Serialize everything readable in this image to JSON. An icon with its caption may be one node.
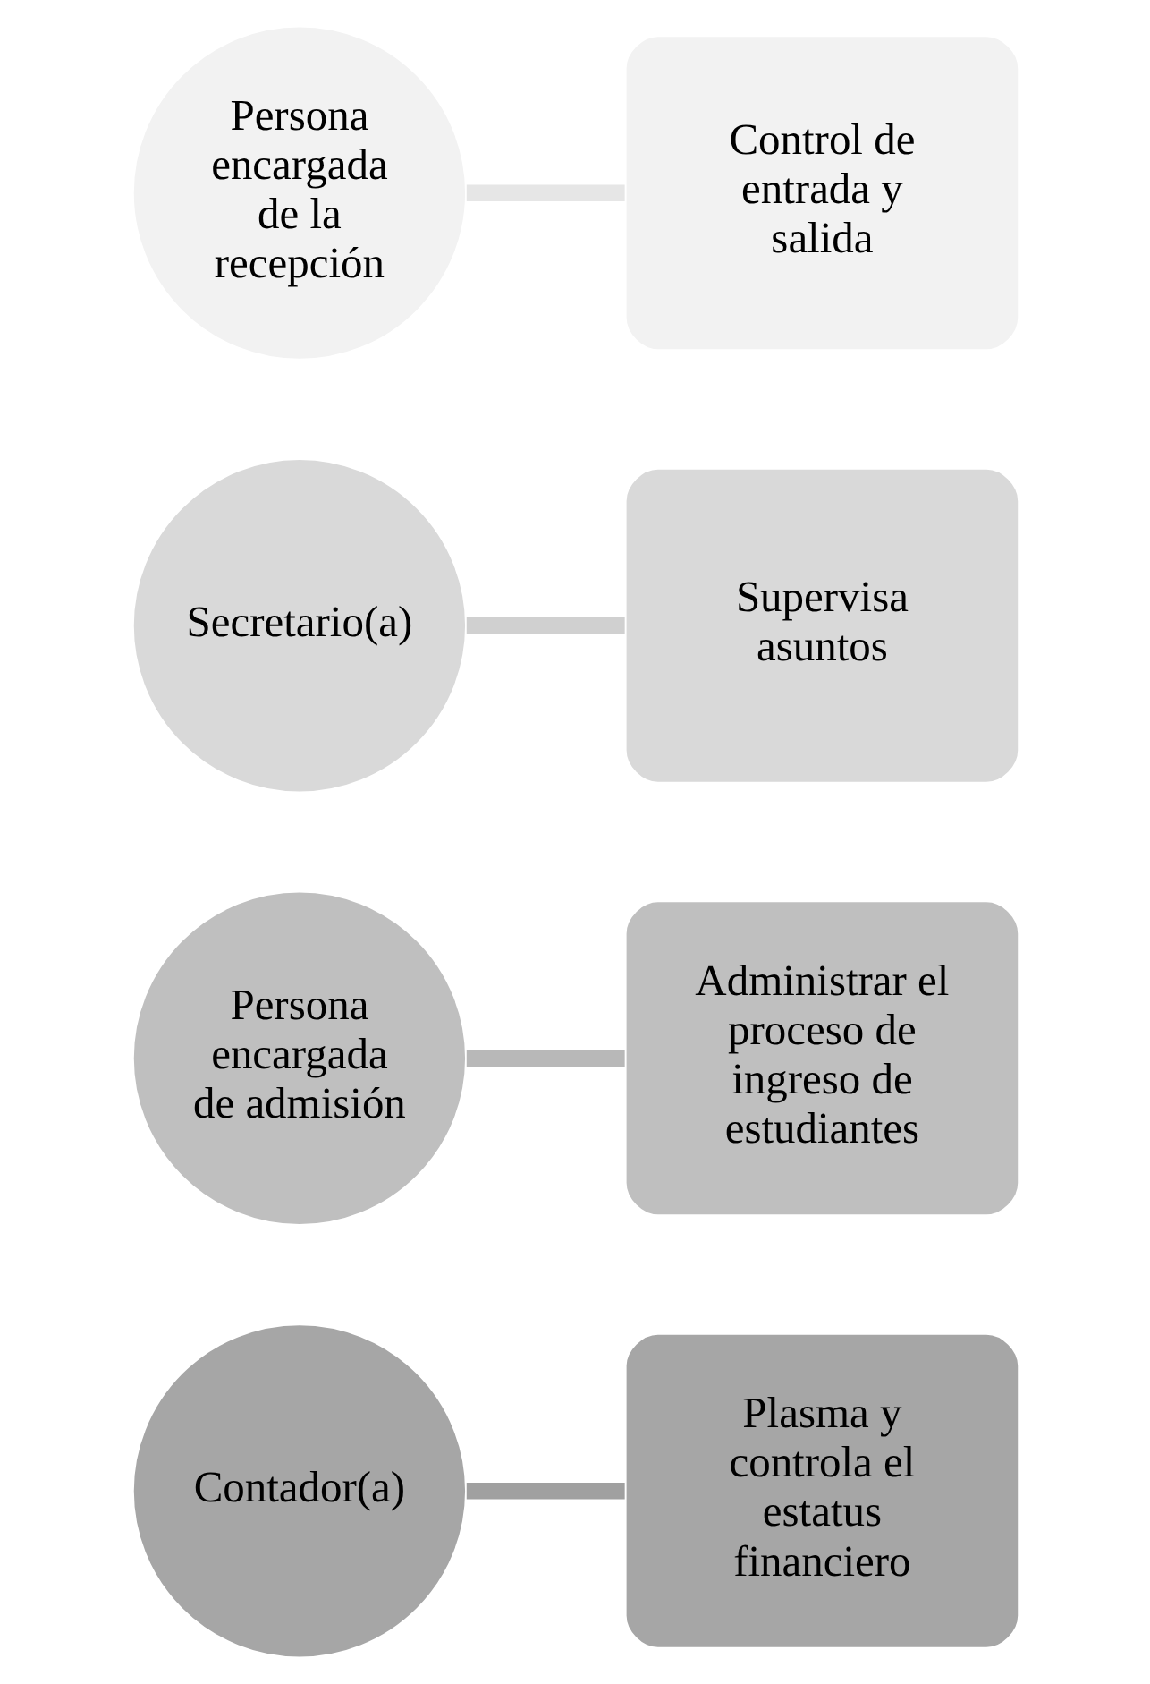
{
  "diagram": {
    "nodes": [
      {
        "text": [
          "Persona encargada de la recepción"
        ]
      },
      {
        "text": [
          "Control de entrada y salida"
        ]
      },
      {
        "text": [
          "Secretario(a)"
        ]
      },
      {
        "text": [
          "Supervisa asuntos"
        ]
      },
      {
        "text": [
          "Persona encargada de admisión"
        ]
      },
      {
        "text": [
          "Administrar el proceso de ingreso de estudiantes"
        ]
      },
      {
        "text": [
          "Contador(a)"
        ]
      },
      {
        "text": [
          "Plasma y controla el estatus financiero"
        ]
      }
    ],
    "edges": [
      {
        "from": 0,
        "to": 1,
        "arrow": "none",
        "color": "#e6e6e6"
      },
      {
        "from": 2,
        "to": 3,
        "arrow": "none",
        "color": "#d0d0d0"
      },
      {
        "from": 4,
        "to": 5,
        "arrow": "none",
        "color": "#b8b8b8"
      },
      {
        "from": 6,
        "to": 7,
        "arrow": "none",
        "color": "#a0a0a0"
      }
    ]
  }
}
